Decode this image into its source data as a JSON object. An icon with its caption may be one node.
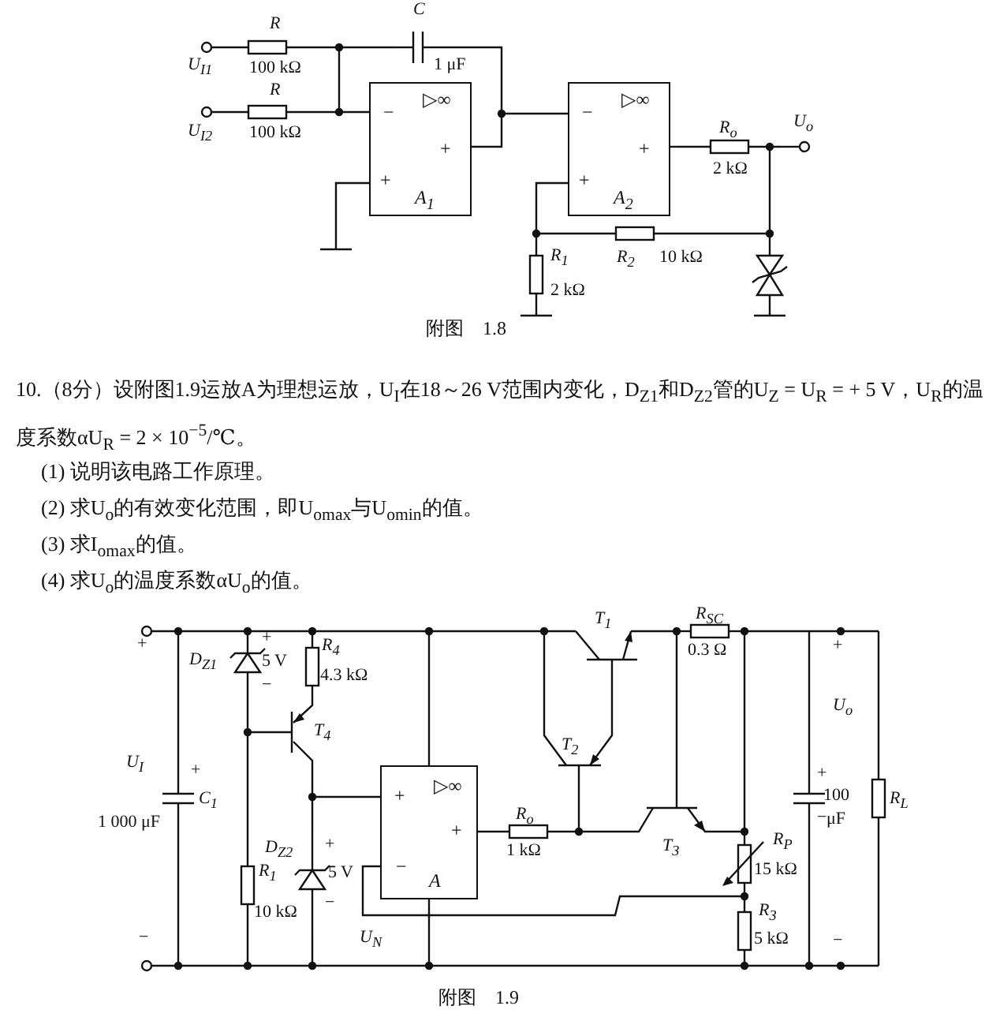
{
  "diagram": {
    "nodes": [
      {
        "text": [
          "▷∞",
          "−",
          "+",
          "+",
          "A$_{1}$"
        ]
      },
      {
        "text": [
          "▷∞",
          "−",
          "+",
          "+",
          "A$_{2}$"
        ]
      },
      {
        "text": [
          "▷∞",
          "+",
          "+",
          "−",
          "A"
        ]
      }
    ],
    "edges": [
      {
        "from": 0,
        "to": 1,
        "arrow": "none"
      }
    ],
    "labels": [
      "R",
      "100 kΩ",
      "U$_{I1}$",
      "R",
      "100 kΩ",
      "U$_{I2}$",
      "C",
      "1 μF",
      "R$_{o}$",
      "2 kΩ",
      "U$_{o}$",
      "R$_{1}$",
      "2 kΩ",
      "R$_{2}$",
      "10 kΩ",
      "附图　1.8",
      "10.（8分）设附图1.9运放A为理想运放，U$_{I}$在18～26 V范围内变化，D$_{Z1}$和D$_{Z2}$管的U$_{Z}$ = U$_{R}$ = + 5 V，U$_{R}$的温度系数αU$_{R}$ = 2 × 10$^{−5}$/℃。",
      "(1) 说明该电路工作原理。",
      "(2) 求U$_{o}$的有效变化范围，即U$_{omax}$与U$_{omin}$的值。",
      "(3) 求I$_{omax}$的值。",
      "(4) 求U$_{o}$的温度系数αU$_{o}$的值。",
      "+",
      "−",
      "U$_{I}$",
      "+",
      "C$_{1}$",
      "1 000 μF",
      "D$_{Z1}$",
      "+",
      "5 V",
      "−",
      "R$_{4}$",
      "4.3 kΩ",
      "T$_{4}$",
      "R$_{1}$",
      "10 kΩ",
      "D$_{Z2}$",
      "+",
      "5 V",
      "−",
      "U$_{N}$",
      "R$_{o}$",
      "1 kΩ",
      "T$_{1}$",
      "T$_{2}$",
      "T$_{3}$",
      "R$_{SC}$",
      "0.3 Ω",
      "R$_{P}$",
      "15 kΩ",
      "R$_{3}$",
      "5 kΩ",
      "+",
      "U$_{o}$",
      "−",
      "+",
      "100",
      "−",
      "μF",
      "R$_{L}$",
      "附图　1.9"
    ]
  }
}
